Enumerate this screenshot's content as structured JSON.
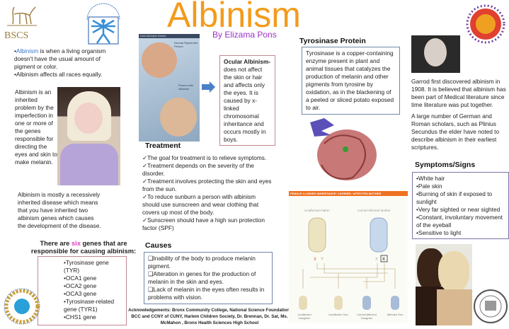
{
  "header": {
    "title": "Albinism",
    "author": "By Elizama Pons",
    "title_color": "#f39b1c",
    "author_color": "#9b30c8",
    "logos": {
      "bscs": "BSCS",
      "bronx": "BRONX • HEALTH • SCIENCES",
      "nsf": "NATIONAL • SCIENCE • FOUNDATION"
    }
  },
  "intro": {
    "highlight": "Albinism",
    "line1_rest": " is when a living organism doesn't have the usual amount of pigment or color.",
    "line2": "Albinism affects all races equally."
  },
  "inherited": "Albinism is an inherited problem by the imperfection in one or more of the genes responsible for directing the eyes and skin to make melanin.",
  "recessive": "Albinism is mostly a recessively inherited disease which means that you have inherited two albinism genes which causes the development of the disease.",
  "genes": {
    "heading_pre": "There are ",
    "heading_six": "six",
    "heading_post": " genes that are responsible for causing albinism:",
    "items": [
      "Tyrosinase gene (TYR)",
      "OCA1 gene",
      "OCA2 gene",
      "OCA3 gene",
      "Tyrosinase-related gene (TYR1)",
      "CHS1 gene"
    ]
  },
  "eye_image": {
    "caption": "How Albinism Works",
    "label1": "Normal Pigmented Person",
    "label2": "Person with Albinism"
  },
  "ocular": {
    "term": "Ocular Albinism-",
    "text": " does not affect the skin or hair and affects only the eyes.  It is caused by x-linked chromosomal inheritance and occurs mostly in boys."
  },
  "treatment": {
    "heading": "Treatment",
    "items": [
      "The goal for treatment is to relieve symptoms.",
      "Treatment depends on the severity of the disorder.",
      "Treatment involves protecting the skin and eyes from the sun.",
      "To reduce sunburn a person with albinism should  use sunscreen and wear clothing that covers up most of the body.",
      "Sunscreen should have a high sun protection factor (SPF)"
    ]
  },
  "causes": {
    "heading": "Causes",
    "items": [
      "Inability of the body to produce melanin pigment.",
      "Alteration in genes for the production of melanin in the skin and eyes.",
      "Lack of melanin in the eyes often results in problems with vision."
    ]
  },
  "acknowledgements": "Acknowledgements: Bronx Community College, National Science Foundation, BCC and CCNY of CUNY, Harlem Children Society, Dr. Brennan, Dr. Sat, Ms. McMahon , Bronx Health Sciences High School",
  "tyrosinase": {
    "heading": "Tyrosinase Protein",
    "text": "Tyrosinase is a copper-containing enzyme present in plant and animal tissues that catalyzes the production of melanin and other pigments from tyrosine by oxidation, as in the blackening of a peeled or sliced potato exposed to air."
  },
  "inheritance": {
    "banner": "FEMALE X-LINKED INHERITANCE: CARRIER / AFFECTED MOTHER",
    "father": "Unaffected Father",
    "mother": "Carrier/Affected Mother",
    "children": [
      "Unaffected Daughter",
      "Unaffected Son",
      "Carrier/Affected Daughter",
      "Affected Son"
    ]
  },
  "history": [
    "Garrod first discovered albinism in 1908.  It is believed that albinism has been part of Medical literature since time literature was put together.",
    "A large number of German and Roman scholars, such as Plinius Secundus the elder have noted to describe albinism in their earliest scriptures."
  ],
  "symptoms": {
    "heading": "Symptoms/Signs",
    "items": [
      "White hair",
      "Pale skin",
      "Burning of skin if exposed to sunlight",
      "Very far sighted or near sighted",
      "Constant, involuntary movement of the eyeball",
      "Sensitive to light"
    ]
  }
}
